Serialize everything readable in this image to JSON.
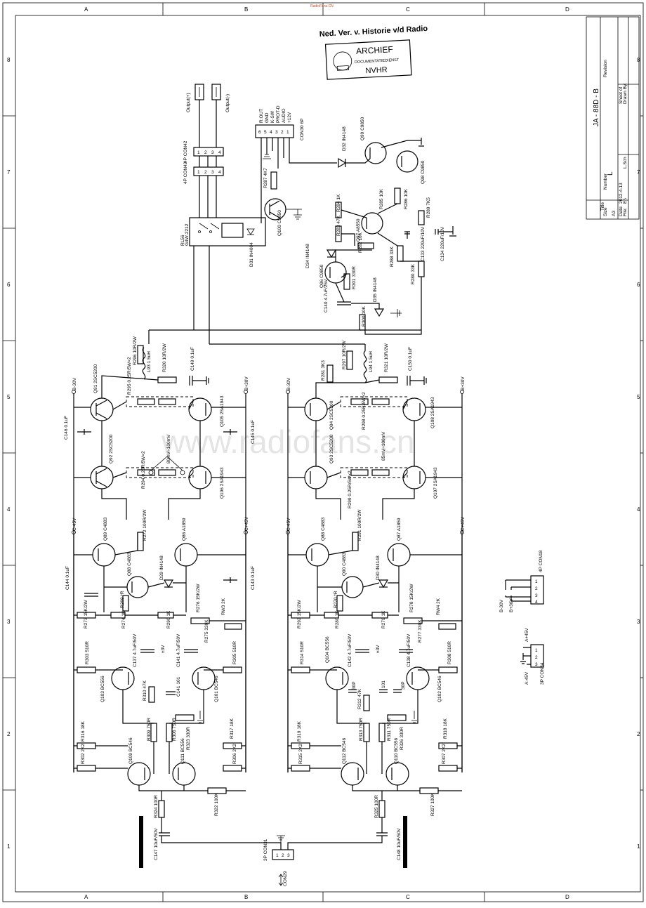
{
  "top_link": "RadioFans.CN",
  "archive": {
    "heading": "Ned. Ver. v. Historie v/d Radio",
    "stamp_line1": "ARCHIEF",
    "stamp_line2": "DOCUMENTATIEDIENST",
    "stamp_line3": "NVHR"
  },
  "watermark": "www.radiofans.cn",
  "title_block": {
    "title_label": "Title",
    "title": "JA - 88D - B",
    "size_label": "Size",
    "size": "A3",
    "number_label": "Number",
    "revision_label": "Revision",
    "date_label": "Date:",
    "date": "2012-4-13",
    "file_label": "File:",
    "file": "E:\\",
    "sheet_label": "Sheet of",
    "drawn_label": "Drawn By:",
    "drawn": "L.Sch",
    "letter": "L"
  },
  "grid": {
    "cols": [
      "A",
      "B",
      "C",
      "D"
    ],
    "rows": [
      "8",
      "7",
      "6",
      "5",
      "4",
      "3",
      "2",
      "1"
    ]
  },
  "rails": {
    "b_minus": "B-30V",
    "b_plus": "B+30V",
    "c_minus": "C-45V",
    "c_plus": "C+45V"
  },
  "connectors": {
    "output_plus": "Output(+)",
    "output_minus": "Output(-)",
    "con42_a": "4P CON42",
    "con42_b": "4P CON42",
    "con30": "CON30 6P",
    "con30_pins": [
      "R.OUT",
      "GND",
      "K-SW",
      "PROT-D",
      "AUDIO",
      "+12V"
    ],
    "con30_nums": [
      "6",
      "5",
      "4",
      "3",
      "2",
      "1"
    ],
    "con18": "4P CON18",
    "con34": "3P CON34",
    "con31": "3P CON31",
    "con31_arrow": "CON29",
    "pin_nums4": [
      "1",
      "2",
      "3",
      "4"
    ],
    "pin_nums3": [
      "1",
      "2",
      "3"
    ]
  },
  "power_labels": {
    "b_minus_in": "B-30V",
    "b_plus_in": "B+30V",
    "a_plus": "A+45V",
    "a_minus": "A-45V"
  },
  "relay": {
    "ref": "RL56",
    "part": "G4W-2212"
  },
  "protection": {
    "q100": "Q100 C9850",
    "r287": "R287 4K7",
    "d31": "D31 IN4004",
    "d32": "D32 IN4148",
    "q99": "Q99 C9850",
    "q98": "Q98 C9850",
    "q97": "Q97 A8550",
    "r284": "R284 1K",
    "r283": "R283 47K",
    "r282": "R282 10K",
    "r285": "R285 10K",
    "r286": "R286 10K",
    "r289": "R289 7K5",
    "c133": "C133 220uF/10V",
    "c134": "C134 220uF/10V",
    "r288": "R288 33K",
    "r280": "R280 33K",
    "d34": "D34 IN4148",
    "q96": "Q96 C9850",
    "r301": "R301 330R",
    "c140": "C140 4.7uF/25V",
    "d35": "D35 IN4148",
    "r300": "R300 10K"
  },
  "left_channel": {
    "l93": "L93 1.5uH",
    "r296": "R296 10R/2W",
    "r320": "R320 10R/2W",
    "c149": "C149 0.1uF",
    "q91": "Q91 2SC5200",
    "r295": "R295 0.25R/5W×2",
    "q105": "Q105 2SA1943",
    "c146": "C146 0.1uF",
    "c145": "C145 0.1uF",
    "q92": "Q92 2SC5200",
    "r294": "R294 0.25R/5W×2",
    "bias_note": "80mV~100mV",
    "q106": "Q106 2SA1943",
    "q89": "Q89 C4883",
    "r272": "R272 100R/2W",
    "q86": "Q86 A1859",
    "c144": "C144 0.1uF",
    "q88": "Q88 C4883",
    "d29": "D29 IN4148",
    "c143": "C143 0.1uF",
    "r269": "R269 *R",
    "r273": "R273 15K/2W",
    "r274": "R274 1K",
    "r290": "R290 1K",
    "r276": "R276 15K/2W",
    "rw3": "RW3 2K",
    "r275": "R275 330K",
    "c137": "C137 4.7uF/50V",
    "c137_note": "±3V",
    "c141": "C141 4.7uF/50V",
    "r303": "R303 510R",
    "r305": "R305 510R",
    "q103": "Q103 BC556",
    "q101": "Q101 BC546",
    "r310": "R310 47K",
    "c101": "C141 101",
    "r309": "R309 750R",
    "r306": "R306 750R",
    "r323": "R323 330R",
    "r316": "R316 18K",
    "r317": "R317 18K",
    "r302": "R302 2K2",
    "r306b": "R306 2K2",
    "q109": "Q109 BC546",
    "q111": "Q111 BC556",
    "r324": "R324 100R",
    "r322": "R322 100K",
    "c147": "C147 10uF/50V"
  },
  "right_channel": {
    "l94": "L94 1.5uH",
    "r281": "R281 3K3",
    "r297": "R297 10R/2W",
    "r321": "R321 10R/2W",
    "c150": "C150 0.1uF",
    "q94": "Q94 2SC5200",
    "r298": "R298 0.25R/5W×2",
    "bias_note": "85mV~100mV",
    "q108": "Q108 2SA1943",
    "q93": "Q93 2SC5200",
    "r299": "R299 0.25R/5W×2",
    "q107": "Q107 2SA1943",
    "q88": "Q88 C4883",
    "r291": "R291 100R/2W",
    "q87": "Q87 A1859",
    "q90": "Q90 C4883",
    "d30": "D30 IN4148",
    "r270": "R270 *R",
    "r292": "R292 15K/2W",
    "r280": "R280 1K",
    "r279": "R279 1K",
    "r278": "R278 15K/2W",
    "rw4": "RW4 2K",
    "r277": "R277 330K",
    "c142": "C142 4.7uF/50V",
    "c142_note": "±3V",
    "c138": "C138 4.7uF/50V",
    "r314": "R314 510R",
    "r308": "R308 510R",
    "q104": "Q104 BC556",
    "q102": "Q102 BC546",
    "c_30p_a": "30P",
    "c_101": "101",
    "c_30p_b": "30P",
    "r312": "R312 47K",
    "r313": "R313 750R",
    "r311": "R311 750R",
    "r326": "R326 330R",
    "r319": "R319 18K",
    "r318": "R318 18K",
    "r315": "R315 2K2",
    "r307": "R307 2K2",
    "q112": "Q112 BC546",
    "q110": "Q110 BC556",
    "r325": "R325 100R",
    "r327": "R327 100K",
    "c148": "C148 10uF/50V"
  }
}
